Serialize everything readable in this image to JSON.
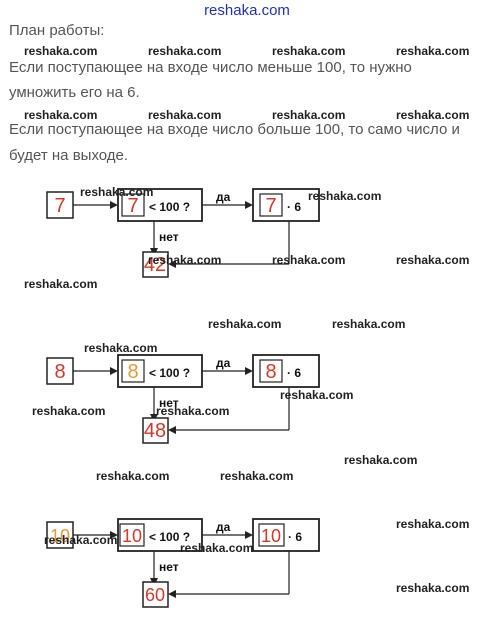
{
  "header": {
    "site": "reshaka.com"
  },
  "text": {
    "plan": "План работы:",
    "line1": "Если поступающее на входе число меньше 100, то нужно",
    "line2": "умножить его на 6.",
    "line3": "Если поступающее на входе число больше 100, то само число и",
    "line4": "будет на выходе."
  },
  "watermark": "reshaka.com",
  "diagrams": [
    {
      "input": "7",
      "cond_num": "7",
      "condition": "< 100 ?",
      "yes": "да",
      "no": "нет",
      "mult_num": "7",
      "mult_op": "· 6",
      "output": "42"
    },
    {
      "input": "8",
      "cond_num": "8",
      "condition": "< 100 ?",
      "yes": "да",
      "no": "нет",
      "mult_num": "8",
      "mult_op": "· 6",
      "output": "48"
    },
    {
      "input": "10",
      "cond_num": "10",
      "condition": "< 100 ?",
      "yes": "да",
      "no": "нет",
      "mult_num": "10",
      "mult_op": "· 6",
      "output": "60"
    }
  ],
  "colors": {
    "site": "#2233aa",
    "number": "#d03a2a",
    "number_alt": "#e49a3a"
  }
}
